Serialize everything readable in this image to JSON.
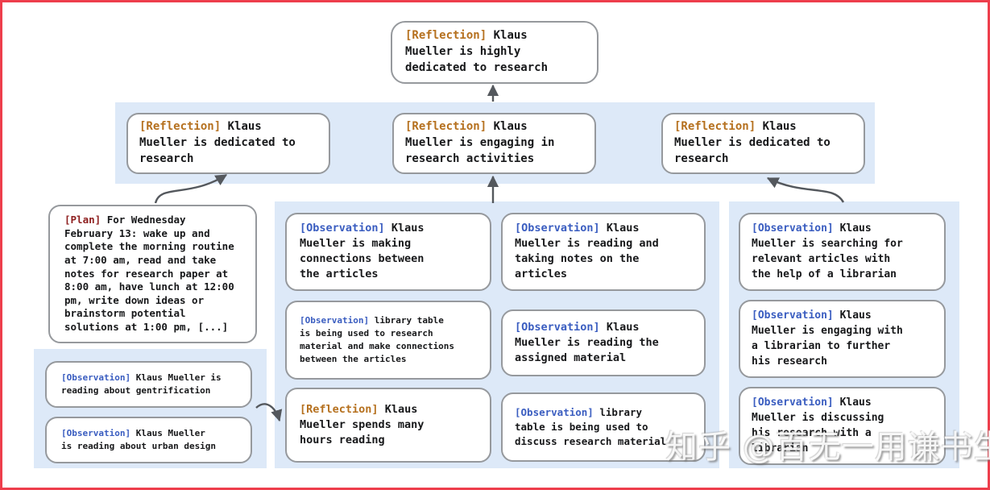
{
  "colors": {
    "frame_border": "#ee3e4c",
    "band_background": "#dde9f8",
    "node_border": "#96999d",
    "reflection_tag": "#b5701e",
    "observation_tag": "#3a5dc0",
    "plan_tag": "#8e1f1f",
    "arrow": "#54585d",
    "body_text": "#17181a"
  },
  "watermark": {
    "text": "知乎 @百无一用谦书生"
  },
  "diagram": {
    "root": {
      "tag": "[Reflection]",
      "text": "Klaus\nMueller is highly\ndedicated to research"
    },
    "level2": [
      {
        "tag": "[Reflection]",
        "text": "Klaus\nMueller is dedicated to\nresearch"
      },
      {
        "tag": "[Reflection]",
        "text": "Klaus\nMueller is engaging in\nresearch activities"
      },
      {
        "tag": "[Reflection]",
        "text": "Klaus\nMueller is dedicated to\nresearch"
      }
    ],
    "plan": {
      "tag": "[Plan]",
      "text": "For Wednesday\nFebruary 13: wake up and\ncomplete the morning routine\nat 7:00 am, read and take\nnotes for research paper at\n8:00 am, have lunch at 12:00\npm, write down ideas or\nbrainstorm potential\nsolutions at 1:00 pm, [...]"
    },
    "left_observations": [
      {
        "tag": "[Observation]",
        "text": "Klaus Mueller is\nreading about gentrification"
      },
      {
        "tag": "[Observation]",
        "text": "Klaus Mueller\nis reading about urban design"
      }
    ],
    "middle_col1": [
      {
        "tag": "[Observation]",
        "text": "Klaus\nMueller is making\nconnections between\nthe articles"
      },
      {
        "tag": "[Observation]",
        "text": "library table\nis being used to research\nmaterial and make connections\nbetween the articles"
      },
      {
        "tag": "[Reflection]",
        "text": "Klaus\nMueller spends many\nhours reading"
      }
    ],
    "middle_col2": [
      {
        "tag": "[Observation]",
        "text": "Klaus\nMueller is reading and\ntaking notes on the\narticles"
      },
      {
        "tag": "[Observation]",
        "text": "Klaus\nMueller is reading the\nassigned material"
      },
      {
        "tag": "[Observation]",
        "text": "library\ntable is being used to\ndiscuss research material"
      }
    ],
    "right_col": [
      {
        "tag": "[Observation]",
        "text": "Klaus\nMueller is searching for\nrelevant articles with\nthe help of a librarian"
      },
      {
        "tag": "[Observation]",
        "text": "Klaus\nMueller is engaging with\na librarian to further\nhis research"
      },
      {
        "tag": "[Observation]",
        "text": "Klaus\nMueller is discussing\nhis research with a\nlibrarian"
      }
    ]
  }
}
